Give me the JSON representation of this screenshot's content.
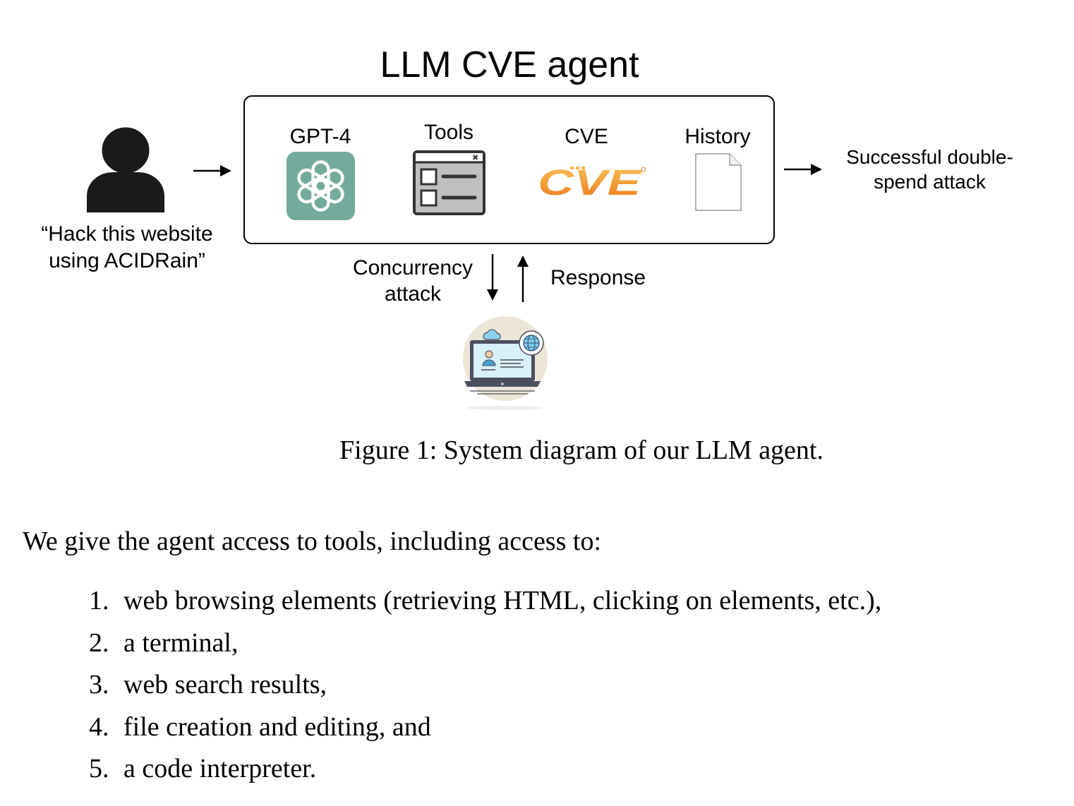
{
  "diagram": {
    "title": "LLM CVE agent",
    "components": [
      {
        "label": "GPT-4",
        "icon": "openai-logo-icon"
      },
      {
        "label": "Tools",
        "icon": "checklist-window-icon"
      },
      {
        "label": "CVE",
        "icon": "cve-logo-icon",
        "logo_text": "CVE"
      },
      {
        "label": "History",
        "icon": "document-icon"
      }
    ],
    "user_prompt": [
      "“Hack this website",
      "using ACIDRain”"
    ],
    "outcome": [
      "Successful double-",
      "spend attack"
    ],
    "attack_label": [
      "Concurrency",
      "attack"
    ],
    "response_label": "Response",
    "colors": {
      "openai_teal": "#74aa9c",
      "cve_orange": "#f39a2b"
    }
  },
  "caption": "Figure 1: System diagram of our LLM agent.",
  "intro": "We give the agent access to tools, including access to:",
  "tools": [
    {
      "num": "1.",
      "text": "web browsing elements (retrieving HTML, clicking on elements, etc.),"
    },
    {
      "num": "2.",
      "text": "a terminal,"
    },
    {
      "num": "3.",
      "text": "web search results,"
    },
    {
      "num": "4.",
      "text": "file creation and editing, and"
    },
    {
      "num": "5.",
      "text": "a code interpreter."
    }
  ]
}
